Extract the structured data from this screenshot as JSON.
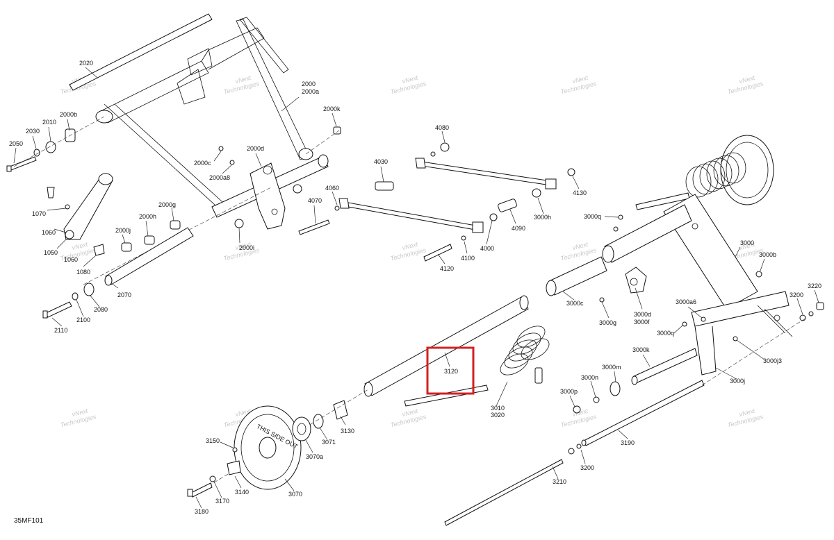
{
  "diagram": {
    "code": "35MF101",
    "watermark_line1": "vNext",
    "watermark_line2": "Technologies",
    "highlighted_label": "3120",
    "labels": {
      "l2020": "2020",
      "l2000": "2000",
      "l2000a": "2000a",
      "l2000b": "2000b",
      "l2010": "2010",
      "l2030": "2030",
      "l2050": "2050",
      "l2000k": "2000k",
      "l2000c": "2000c",
      "l2000d": "2000d",
      "l2000a8": "2000a8",
      "l2000g": "2000g",
      "l2000h": "2000h",
      "l2000j": "2000j",
      "l2000i": "2000i",
      "l1070": "1070",
      "l1060a": "1060",
      "l1050": "1050",
      "l1060b": "1060",
      "l1080": "1080",
      "l2070": "2070",
      "l2080": "2080",
      "l2100": "2100",
      "l2110": "2110",
      "l4080": "4080",
      "l4030": "4030",
      "l4060": "4060",
      "l4070": "4070",
      "l4130": "4130",
      "l3000h": "3000h",
      "l4090": "4090",
      "l4000": "4000",
      "l4100": "4100",
      "l4120": "4120",
      "l3000q1": "3000q",
      "l3000": "3000",
      "l3000b": "3000b",
      "l3220": "3220",
      "l3200a": "3200",
      "l3000c": "3000c",
      "l3000g": "3000g",
      "l3000d": "3000d",
      "l3000f": "3000f",
      "l3000a6": "3000a6",
      "l3000q2": "3000q",
      "l3000j3": "3000j3",
      "l3000k": "3000k",
      "l3000m": "3000m",
      "l3000n": "3000n",
      "l3000p": "3000p",
      "l3000j": "3000j",
      "l3010": "3010",
      "l3020": "3020",
      "l3130": "3130",
      "l3071": "3071",
      "l3070a": "3070a",
      "l3150": "3150",
      "l3140": "3140",
      "l3170": "3170",
      "l3070": "3070",
      "l3180": "3180",
      "l3190": "3190",
      "l3200b": "3200",
      "l3210": "3210"
    },
    "wheel_text": "THIS SIDE OUT",
    "highlight_color": "#d42020"
  }
}
